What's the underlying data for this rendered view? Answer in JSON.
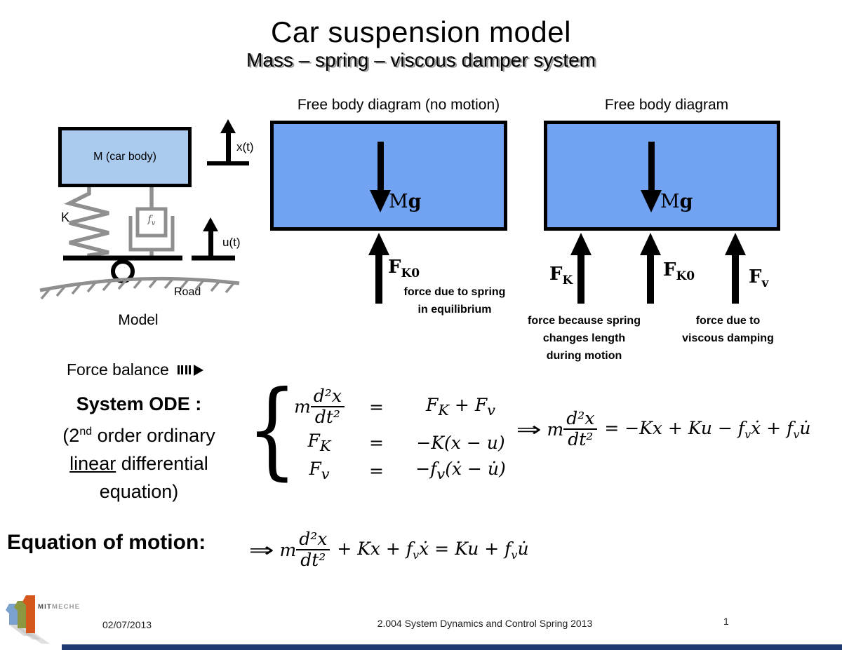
{
  "slide": {
    "title": "Car suspension model",
    "subtitle": "Mass – spring – viscous damper system"
  },
  "model": {
    "mass_label": "M (car body)",
    "x_ref_label": "x(t)",
    "u_ref_label": "u(t)",
    "spring_label": "K",
    "damper_label_f": "f",
    "damper_label_sub": "v",
    "road_label": "Road",
    "caption": "Model"
  },
  "fbd_static": {
    "title": "Free body diagram (no motion)",
    "weight_m": "M",
    "weight_g": "g",
    "force_f": "F",
    "force_sub": "K0",
    "caption_line1": "force due to spring",
    "caption_line2": "in equilibrium"
  },
  "fbd_motion": {
    "title": "Free body diagram",
    "weight_m": "M",
    "weight_g": "g",
    "fk_f": "F",
    "fk_sub": "K",
    "fk0_f": "F",
    "fk0_sub": "K0",
    "fv_f": "F",
    "fv_sub": "v",
    "spring_caption": [
      "force because spring",
      "changes length",
      "during motion"
    ],
    "damper_caption": [
      "force due to",
      "viscous damping"
    ]
  },
  "force_balance": {
    "label": "Force balance"
  },
  "system_ode": {
    "heading": "System ODE :",
    "line2_pre": "(2",
    "line2_sup": "nd",
    "line2_post": " order ordinary",
    "line3_underlined": "linear",
    "line3_rest": " differential",
    "line4": "equation)"
  },
  "ode_math": {
    "implies": "⇒",
    "row1": {
      "coef": "m",
      "num": "d²x",
      "den": "dt²",
      "eq": "=",
      "f1": "F",
      "f1_sub": "K",
      "plus": " + ",
      "f2": "F",
      "f2_sub": "v"
    },
    "row2": {
      "lhs_f": "F",
      "lhs_sub": "K",
      "eq": "=",
      "rhs": "−K(x − u)"
    },
    "row3": {
      "lhs_f": "F",
      "lhs_sub": "v",
      "eq": "=",
      "rhs_pre": "−f",
      "rhs_sub": "v",
      "rhs_post": "(ẋ − u̇)"
    },
    "result": {
      "coef": "m",
      "num": "d²x",
      "den": "dt²",
      "tail_1": "= −Kx + Ku − f",
      "tail_sub1": "v",
      "tail_2": "ẋ + f",
      "tail_sub2": "v",
      "tail_3": "u̇"
    }
  },
  "equation_of_motion": {
    "label": "Equation of motion:",
    "implies": "⇒",
    "coef": "m",
    "num": "d²x",
    "den": "dt²",
    "tail_1": "+ Kx + f",
    "tail_sub1": "v",
    "tail_2": "ẋ = Ku + f",
    "tail_sub2": "v",
    "tail_3": "u̇"
  },
  "footer": {
    "logo_mit": "MIT",
    "logo_meche": "MECHE",
    "date": "02/07/2013",
    "course": "2.004 System Dynamics and Control Spring 2013",
    "page": "1"
  },
  "colors": {
    "fbd_fill": "#72a3f2",
    "model_fill": "#aacbee",
    "diagram_gray": "#8f8f8f",
    "bottom_bar": "#1e3a6e"
  }
}
